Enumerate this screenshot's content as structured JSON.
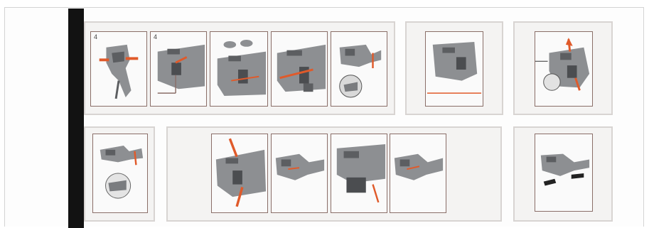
{
  "document": {
    "type": "instruction-sheet-scan"
  },
  "colors": {
    "frame_border": "#d4d4d4",
    "spine": "#121212",
    "panel_border": "#8a6e68",
    "tool_body": "#8d8f92",
    "tool_dark": "#5c5e61",
    "accent_arrow": "#e05a2a"
  },
  "steps": {
    "row1": [
      {
        "label": "4",
        "icon": "stripper-front-view"
      },
      {
        "label": "4",
        "icon": "stripper-jaw-closeup"
      },
      {
        "label": "",
        "icon": "stripper-insert-blade"
      },
      {
        "label": "",
        "icon": "stripper-side-adjust"
      },
      {
        "label": "",
        "icon": "stripper-detail-magnified"
      },
      {
        "label": "",
        "icon": "stripper-length-stop"
      },
      {
        "label": "",
        "icon": "stripper-press-release"
      }
    ],
    "row2": [
      {
        "label": "",
        "icon": "stripper-cable-magnified"
      },
      {
        "label": "",
        "icon": "stripper-squeeze"
      },
      {
        "label": "",
        "icon": "stripper-open-jaws"
      },
      {
        "label": "",
        "icon": "stripper-cut-cable"
      },
      {
        "label": "",
        "icon": "stripper-finished-strip"
      },
      {
        "label": "",
        "icon": "stripper-with-cable-ends"
      }
    ]
  }
}
